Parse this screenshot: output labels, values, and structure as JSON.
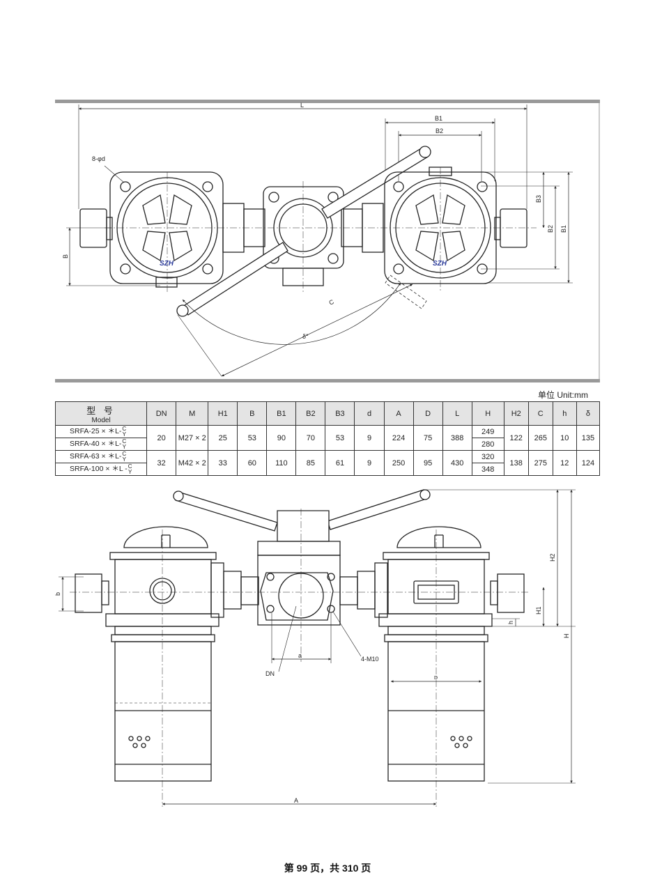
{
  "top_drawing": {
    "labels": {
      "L": "L",
      "B1": "B1",
      "B2": "B2",
      "B3": "B3",
      "B": "B",
      "C": "C",
      "delta": "δ°",
      "holes": "8-φd",
      "logo": "SZH"
    }
  },
  "unit_label": "单位 Unit:mm",
  "table": {
    "model_header_cn": "型 号",
    "model_header_en": "Model",
    "columns": [
      "DN",
      "M",
      "H1",
      "B",
      "B1",
      "B2",
      "B3",
      "d",
      "A",
      "D",
      "L",
      "H",
      "H2",
      "C",
      "h",
      "δ"
    ],
    "models": [
      {
        "prefix": "SRFA-25 × ＊L-",
        "top": "C",
        "bottom": "Y"
      },
      {
        "prefix": "SRFA-40 × ＊L-",
        "top": "C",
        "bottom": "Y"
      },
      {
        "prefix": "SRFA-63 × ＊L-",
        "top": "C",
        "bottom": "Y"
      },
      {
        "prefix": "SRFA-100 × ＊L -",
        "top": "C",
        "bottom": "Y"
      }
    ],
    "groups": [
      {
        "DN": "20",
        "M": "M27 × 2",
        "H1": "25",
        "B": "53",
        "B1": "90",
        "B2": "70",
        "B3": "53",
        "d": "9",
        "A": "224",
        "D": "75",
        "L": "388",
        "H": [
          "249",
          "280"
        ],
        "H2": "122",
        "C": "265",
        "h": "10",
        "delta": "135"
      },
      {
        "DN": "32",
        "M": "M42 × 2",
        "H1": "33",
        "B": "60",
        "B1": "110",
        "B2": "85",
        "B3": "61",
        "d": "9",
        "A": "250",
        "D": "95",
        "L": "430",
        "H": [
          "320",
          "348"
        ],
        "H2": "138",
        "C": "275",
        "h": "12",
        "delta": "124"
      }
    ]
  },
  "bottom_drawing": {
    "labels": {
      "H2": "H2",
      "H1": "H1",
      "H": "H",
      "h": "h",
      "b": "b",
      "a": "a",
      "DN": "DN",
      "D": "D",
      "A": "A",
      "bolts": "4-M10"
    }
  },
  "footer": "第 99 页，共 310 页"
}
